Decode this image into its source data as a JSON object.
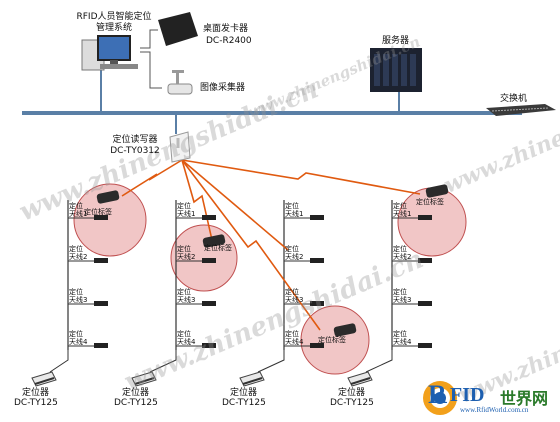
{
  "colors": {
    "network_bar": "#5a7fa6",
    "wire": "#333333",
    "zone_fill": "#e8a0a0",
    "zone_stroke": "#c05050",
    "signal": "#e05a10",
    "device_dark": "#222222"
  },
  "icons": [
    "computer-icon",
    "card-issuer-icon",
    "camera-icon",
    "server-icon",
    "switch-icon",
    "reader-icon",
    "locator-icon",
    "tag-icon"
  ],
  "top": {
    "system_title_line1": "RFID人员智能定位",
    "system_title_line2": "管理系统",
    "card_issuer_name": "桌面发卡器",
    "card_issuer_model": "DC-R2400",
    "camera_label": "图像采集器",
    "server_label": "服务器",
    "switch_label": "交换机"
  },
  "reader": {
    "name": "定位读写器",
    "model": "DC-TY0312"
  },
  "antenna": {
    "line1": "定位",
    "labels": [
      "天线1",
      "天线2",
      "天线3",
      "天线4"
    ]
  },
  "tag_label": "定位标签",
  "locator": {
    "name": "定位器",
    "model": "DC-TY125"
  },
  "watermark": {
    "text": "www.zhinengshidai.cn",
    "partial": "www.zhinen"
  },
  "logo": {
    "brand_r": "R",
    "brand_fid": "FID",
    "brand_world": "世界网",
    "url": "www.RfidWorld.com.cn"
  }
}
